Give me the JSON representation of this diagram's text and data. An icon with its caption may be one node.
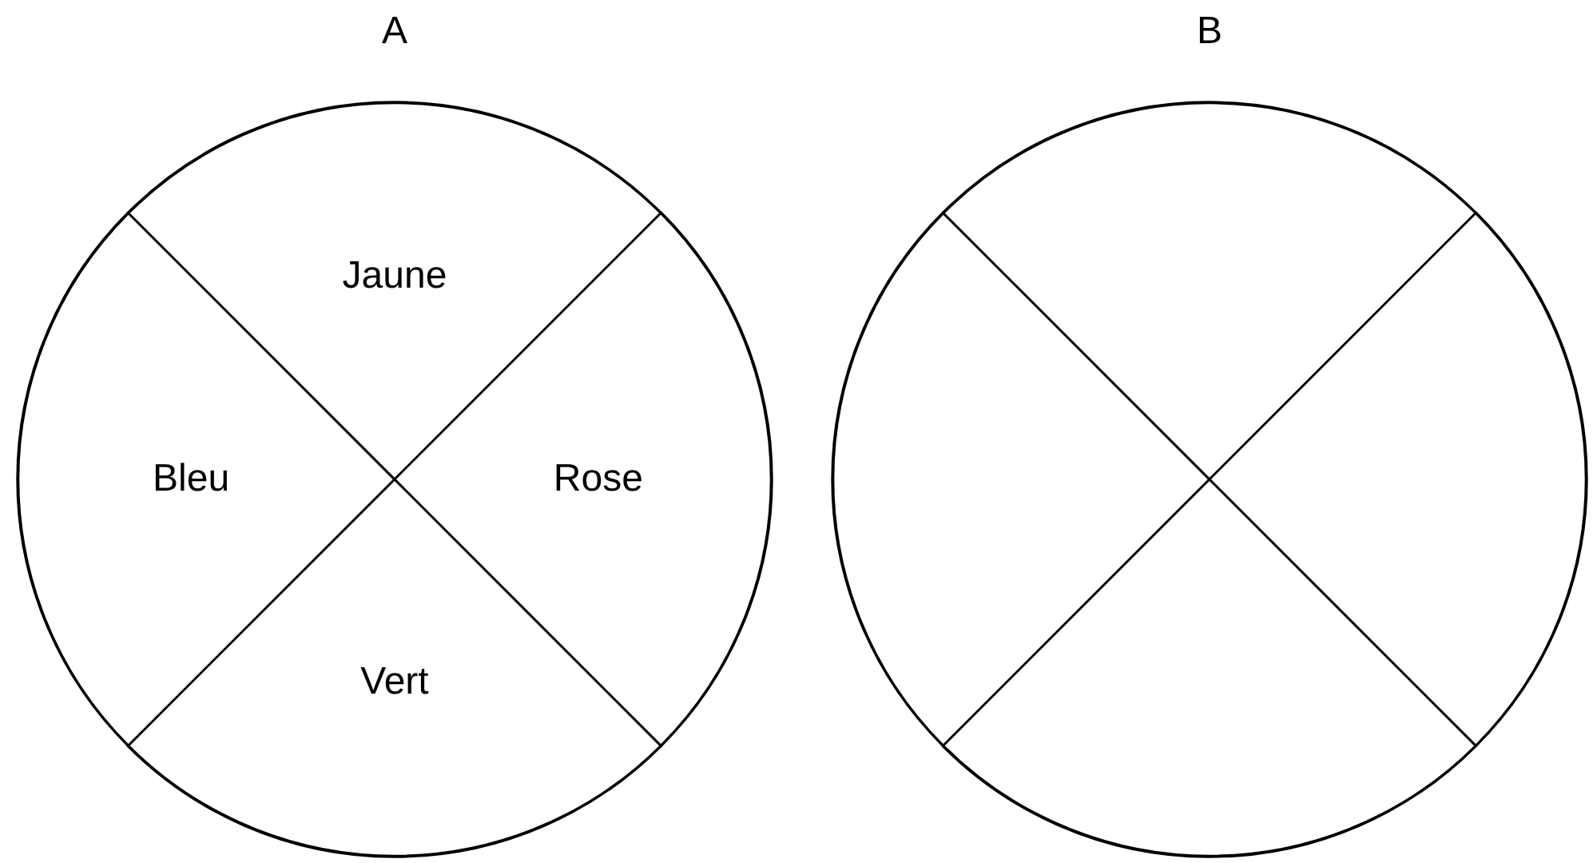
{
  "diagram": {
    "nodes": [
      {
        "text": [
          "A"
        ]
      },
      {
        "text": [
          "Jaune"
        ],
        "in": 0
      },
      {
        "text": [
          "Bleu"
        ],
        "in": 0
      },
      {
        "text": [
          "Rose"
        ],
        "in": 0
      },
      {
        "text": [
          "Vert"
        ],
        "in": 0
      },
      {
        "text": [
          "B"
        ]
      },
      {
        "text": [],
        "shape": "sector",
        "in": 5
      },
      {
        "text": [],
        "shape": "sector",
        "in": 5
      },
      {
        "text": [],
        "shape": "sector",
        "in": 5
      },
      {
        "text": [],
        "shape": "sector",
        "in": 5
      }
    ]
  }
}
